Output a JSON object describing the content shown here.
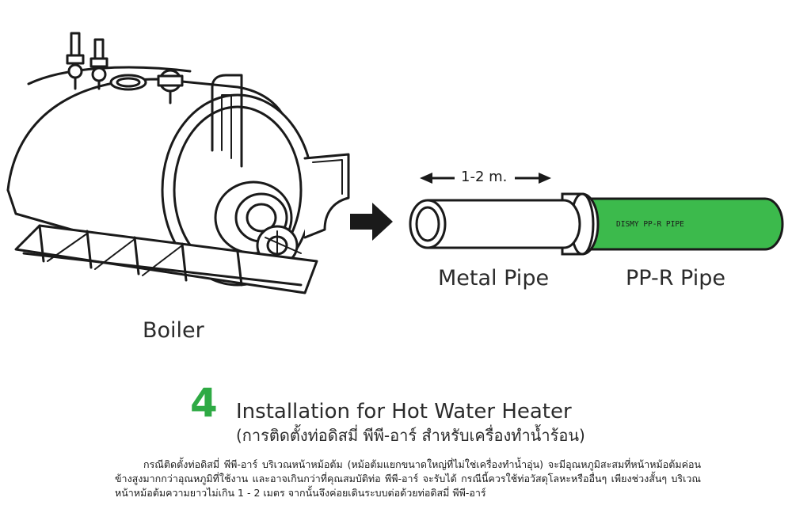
{
  "diagram": {
    "boiler_label": "Boiler",
    "metal_pipe_label": "Metal Pipe",
    "ppr_pipe_label": "PP-R Pipe",
    "dimension_label": "1-2 m.",
    "pipe_print_text": "DISMY PP-R PIPE",
    "colors": {
      "ppr_pipe": "#3cba4c",
      "step_number": "#2eaa44",
      "outline": "#1a1a1a"
    }
  },
  "section": {
    "step_number": "4",
    "title": "Installation for Hot Water Heater",
    "subtitle": "(การติดตั้งท่อดิสมี่ พีพี-อาร์ สำหรับเครื่องทำน้ำร้อน)",
    "paragraph": "กรณีติดตั้งท่อดิสมี่ พีพี-อาร์ บริเวณหน้าหม้อต้ม (หม้อต้มแยกขนาดใหญ่ที่ไม่ใช่เครื่องทำน้ำอุ่น) จะมีอุณหภูมิสะสมที่หน้าหม้อต้มค่อนข้างสูงมากกว่าอุณหภูมิที่ใช้งาน และอาจเกินกว่าที่คุณสมบัติท่อ พีพี-อาร์ จะรับได้ กรณีนี้ควรใช้ท่อวัสดุโลหะหรืออื่นๆ เพียงช่วงสั้นๆ บริเวณหน้าหม้อต้มความยาวไม่เกิน 1 - 2 เมตร จากนั้นจึงค่อยเดินระบบต่อด้วยท่อดิสมี่ พีพี-อาร์"
  }
}
